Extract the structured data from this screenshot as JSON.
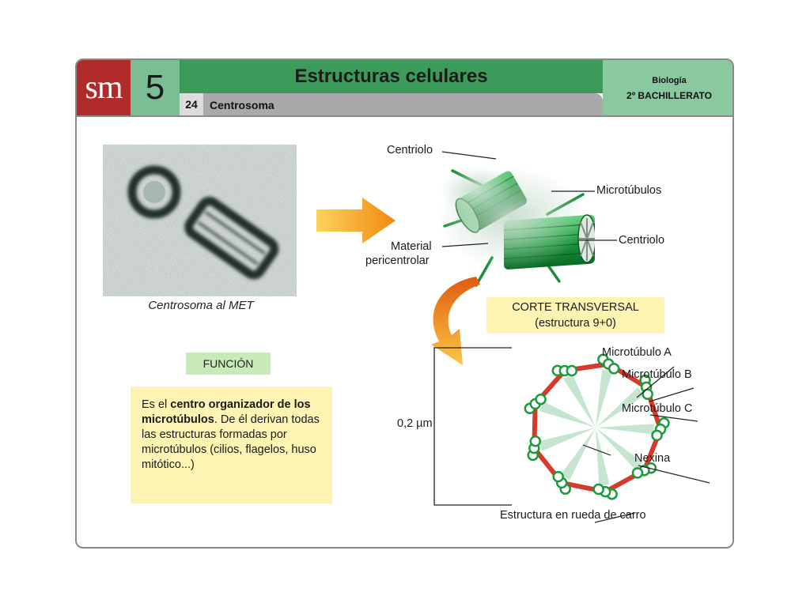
{
  "header": {
    "logo": "sm",
    "unit_number": "5",
    "title": "Estructuras celulares",
    "section_number": "24",
    "section_title": "Centrosoma",
    "subject": "Biología",
    "course": "2º BACHILLERATO"
  },
  "left": {
    "photo_caption": "Centrosoma al MET",
    "function_label": "FUNCIÓN",
    "description": {
      "pre": "Es el ",
      "bold": "centro organizador de los microtúbulos",
      "post": ". De él derivan todas las estructuras formadas por microtúbulos (cilios, flagelos, huso mitótico...)"
    }
  },
  "diagram": {
    "labels": {
      "centriolo_top": "Centriolo",
      "microtubulos": "Microtúbulos",
      "centriolo_right": "Centriolo",
      "material_l1": "Material",
      "material_l2": "pericentrolar"
    },
    "corte": {
      "line1": "CORTE TRANSVERSAL",
      "line2": "(estructura 9+0)"
    },
    "cross_section": {
      "scale": "0,2 µm",
      "microtubulo_a": "Microtúbulo A",
      "microtubulo_b": "Microtúbulo B",
      "microtubulo_c": "Microtúbulo C",
      "nexina": "Nexina",
      "rueda": "Estructura en rueda de carro"
    }
  },
  "colors": {
    "logo_red": "#b22b2b",
    "title_green": "#3c9a5a",
    "light_green": "#8ac8a0",
    "note_yellow": "#fdf4b4",
    "function_green": "#c7eab8",
    "nexin_red": "#d63a2a",
    "tubule_green": "#1d9a3c",
    "arrow_orange": "#f5a21a"
  }
}
